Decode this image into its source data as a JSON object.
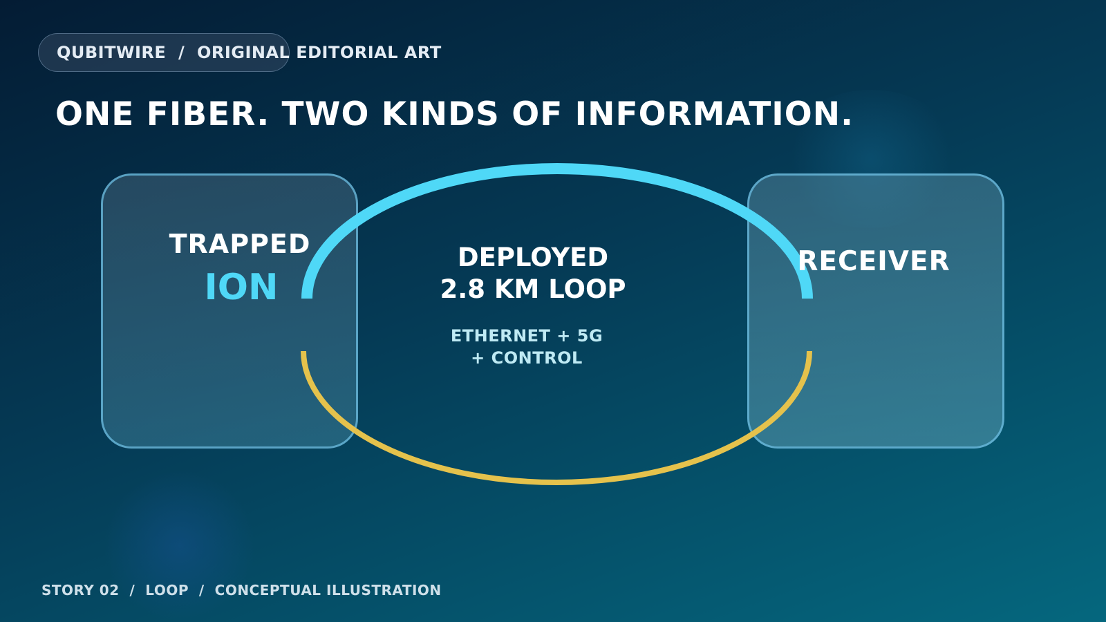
{
  "badge": {
    "text": "QUBITWIRE  /  ORIGINAL EDITORIAL ART"
  },
  "headline": "ONE FIBER. TWO KINDS OF INFORMATION.",
  "diagram": {
    "left_node": {
      "line1": "TRAPPED",
      "line2": "ION"
    },
    "center": {
      "title": "DEPLOYED\n2.8 KM LOOP",
      "subtitle": "ETHERNET + 5G\n+ CONTROL"
    },
    "right_node": {
      "label": "RECEIVER"
    },
    "colors": {
      "upper_arc": "#4fd8f7",
      "lower_arc": "#e5c24c",
      "accent_text": "#4fd8f7"
    }
  },
  "footer": "STORY 02  /  LOOP  /  CONCEPTUAL ILLUSTRATION"
}
